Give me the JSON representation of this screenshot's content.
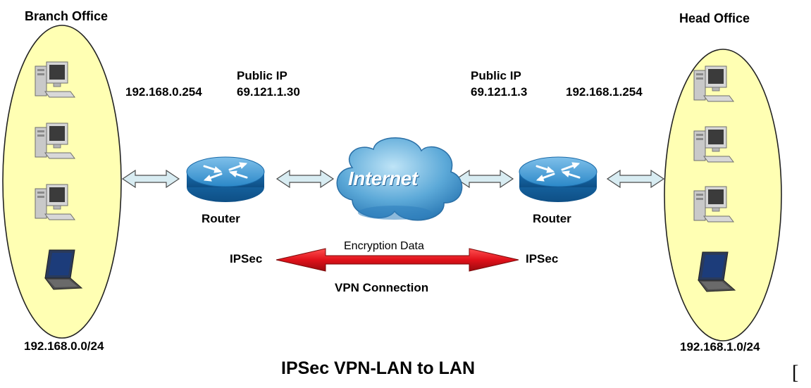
{
  "branch": {
    "title": "Branch Office",
    "lan_ip": "192.168.0.254",
    "public_ip_label": "Public IP",
    "public_ip": "69.121.1.30",
    "subnet": "192.168.0.0/24",
    "router_label": "Router"
  },
  "head": {
    "title": "Head Office",
    "lan_ip": "192.168.1.254",
    "public_ip_label": "Public IP",
    "public_ip": "69.121.1.3",
    "subnet": "192.168.1.0/24",
    "router_label": "Router"
  },
  "internet_label": "Internet",
  "tunnel": {
    "top_label": "Encryption Data",
    "left_end": "IPSec",
    "right_end": "IPSec",
    "bottom_label": "VPN Connection"
  },
  "caption": "IPSec VPN-LAN to LAN",
  "stray_mark": "[",
  "colors": {
    "office_fill": "#ffffb3",
    "router_blue": "#1f79b9",
    "cloud_blue": "#5da7d6",
    "link_arrow": "#d8ecf2",
    "tunnel_red": "#e8141c"
  },
  "icons": [
    "desktop-computer-icon",
    "laptop-icon",
    "router-icon",
    "cloud-icon"
  ]
}
